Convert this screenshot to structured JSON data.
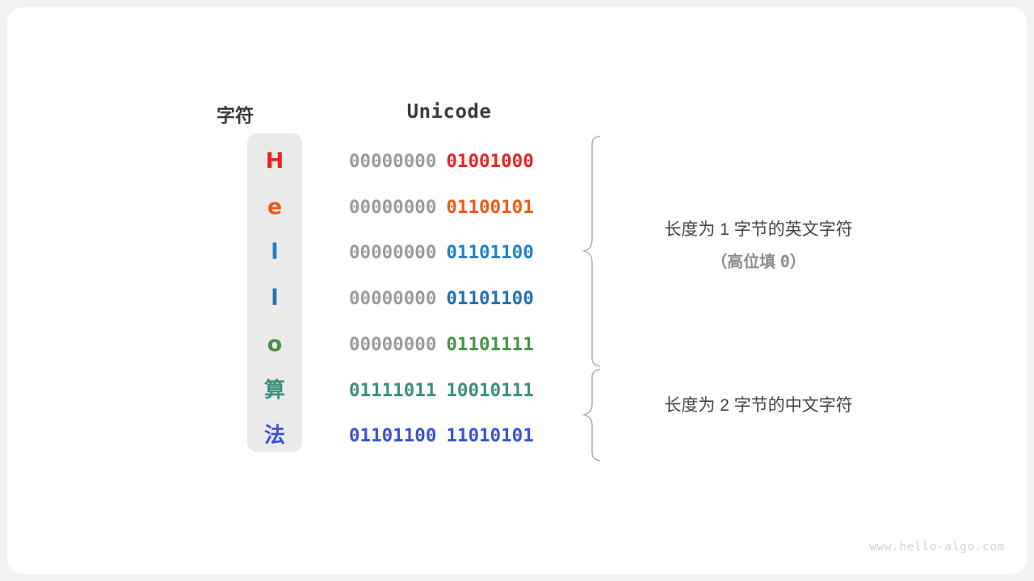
{
  "diagram": {
    "title_char_column": "字符",
    "title_code_column": "Unicode",
    "watermark": "www.hello-algo.com",
    "colors": {
      "panel_bg": "#eaeaea",
      "card_bg": "#ffffff",
      "page_bg": "#f2f2f2",
      "high_bits": "#9b9b9b",
      "brace": "#b0b0b0",
      "header_text": "#3b3b3b",
      "note_text": "#444444",
      "note_sub_text": "#8c8c8c",
      "watermark_text": "#d2d2d2"
    },
    "rows": [
      {
        "char": "H",
        "script": "latin",
        "color": "#e8261c",
        "high_byte": "00000000",
        "low_byte": "01001000",
        "high_is_padding": true
      },
      {
        "char": "e",
        "script": "latin",
        "color": "#ef5a14",
        "high_byte": "00000000",
        "low_byte": "01100101",
        "high_is_padding": true
      },
      {
        "char": "l",
        "script": "latin",
        "color": "#1f82c8",
        "high_byte": "00000000",
        "low_byte": "01101100",
        "high_is_padding": true
      },
      {
        "char": "l",
        "script": "latin",
        "color": "#2270b8",
        "high_byte": "00000000",
        "low_byte": "01101100",
        "high_is_padding": true
      },
      {
        "char": "o",
        "script": "latin",
        "color": "#4a9148",
        "high_byte": "00000000",
        "low_byte": "01101111",
        "high_is_padding": true
      },
      {
        "char": "算",
        "script": "cjk",
        "color": "#3b8f7e",
        "high_byte": "01111011",
        "low_byte": "10010111",
        "high_is_padding": false
      },
      {
        "char": "法",
        "script": "cjk",
        "color": "#3b51d4",
        "high_byte": "01101100",
        "low_byte": "11010101",
        "high_is_padding": false
      }
    ],
    "annotations": [
      {
        "main": "长度为 1 字节的英文字符",
        "sub_prefix": "（高位填 ",
        "sub_value": "0",
        "sub_suffix": "）",
        "covers_rows": [
          0,
          4
        ]
      },
      {
        "main": "长度为 2 字节的中文字符",
        "sub_prefix": "",
        "sub_value": "",
        "sub_suffix": "",
        "covers_rows": [
          5,
          6
        ]
      }
    ]
  }
}
